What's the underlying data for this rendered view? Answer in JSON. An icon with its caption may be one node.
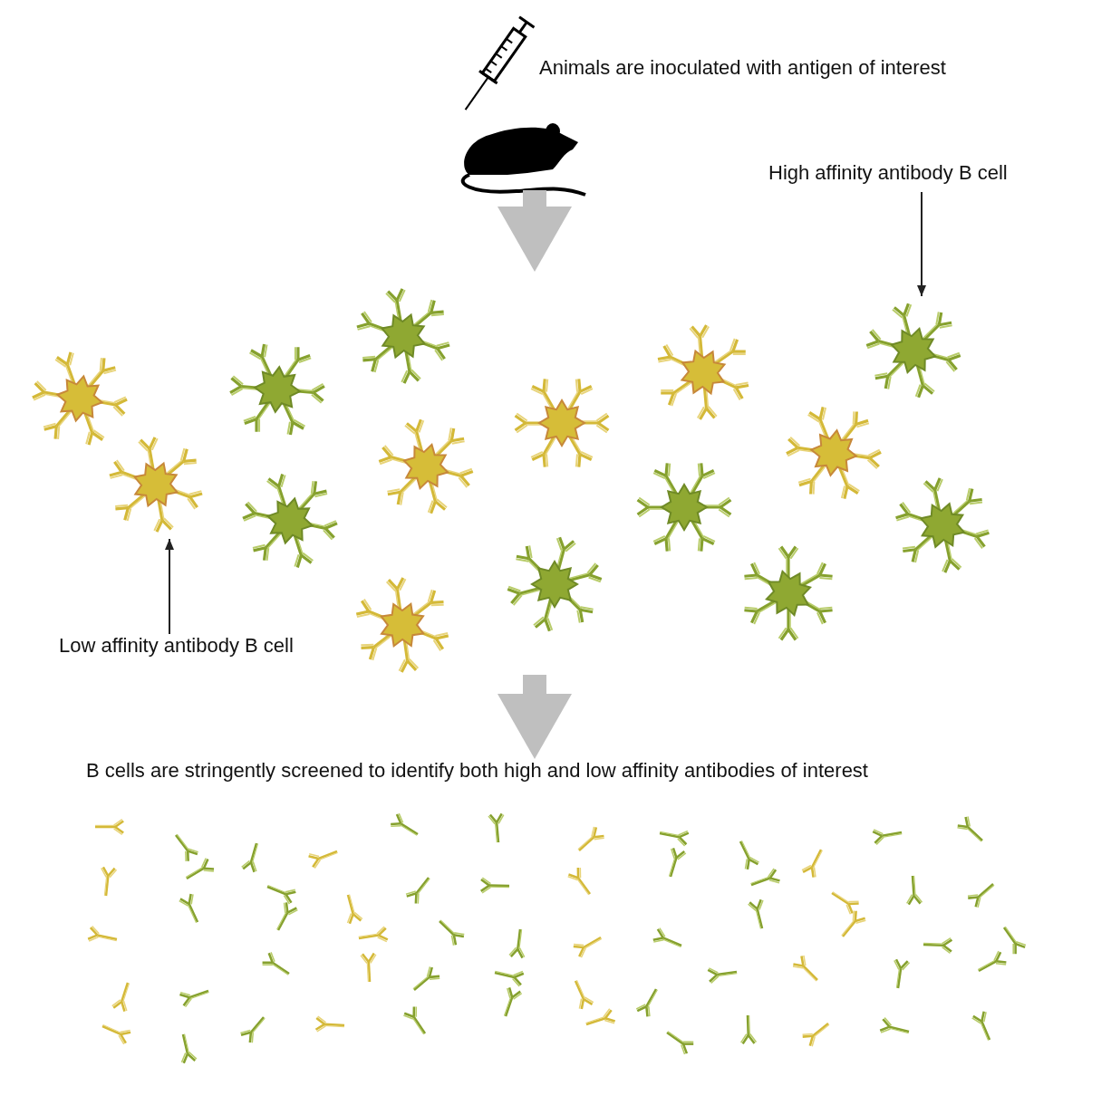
{
  "diagram": {
    "nodes": [
      {
        "text": [],
        "shape": "picture",
        "beside": [
          "Animals are inoculated with antigen of interest"
        ]
      },
      {
        "text": [],
        "shape": "picture"
      },
      {
        "text": [
          "High affinity antibody B cell"
        ]
      },
      {
        "text": [],
        "shape": "picture",
        "in": 1
      },
      {
        "text": [
          "Low affinity antibody B cell"
        ],
        "in": 1
      },
      {
        "text": [],
        "shape": "picture",
        "in": 1
      },
      {
        "text": [
          "B cells are stringently screened to identify both high and low affinity antibodies of interest"
        ]
      }
    ],
    "edges": [
      {
        "from": 0,
        "to": 1,
        "arrow": "to",
        "style": "thick",
        "color": "#bfbfbf"
      },
      {
        "from": 2,
        "to": 3,
        "arrow": "to",
        "color": "#222222"
      },
      {
        "from": 4,
        "to": 5,
        "arrow": "to",
        "color": "#222222"
      },
      {
        "from": 1,
        "to": 6,
        "arrow": "to",
        "style": "thick",
        "color": "#bfbfbf"
      }
    ]
  }
}
